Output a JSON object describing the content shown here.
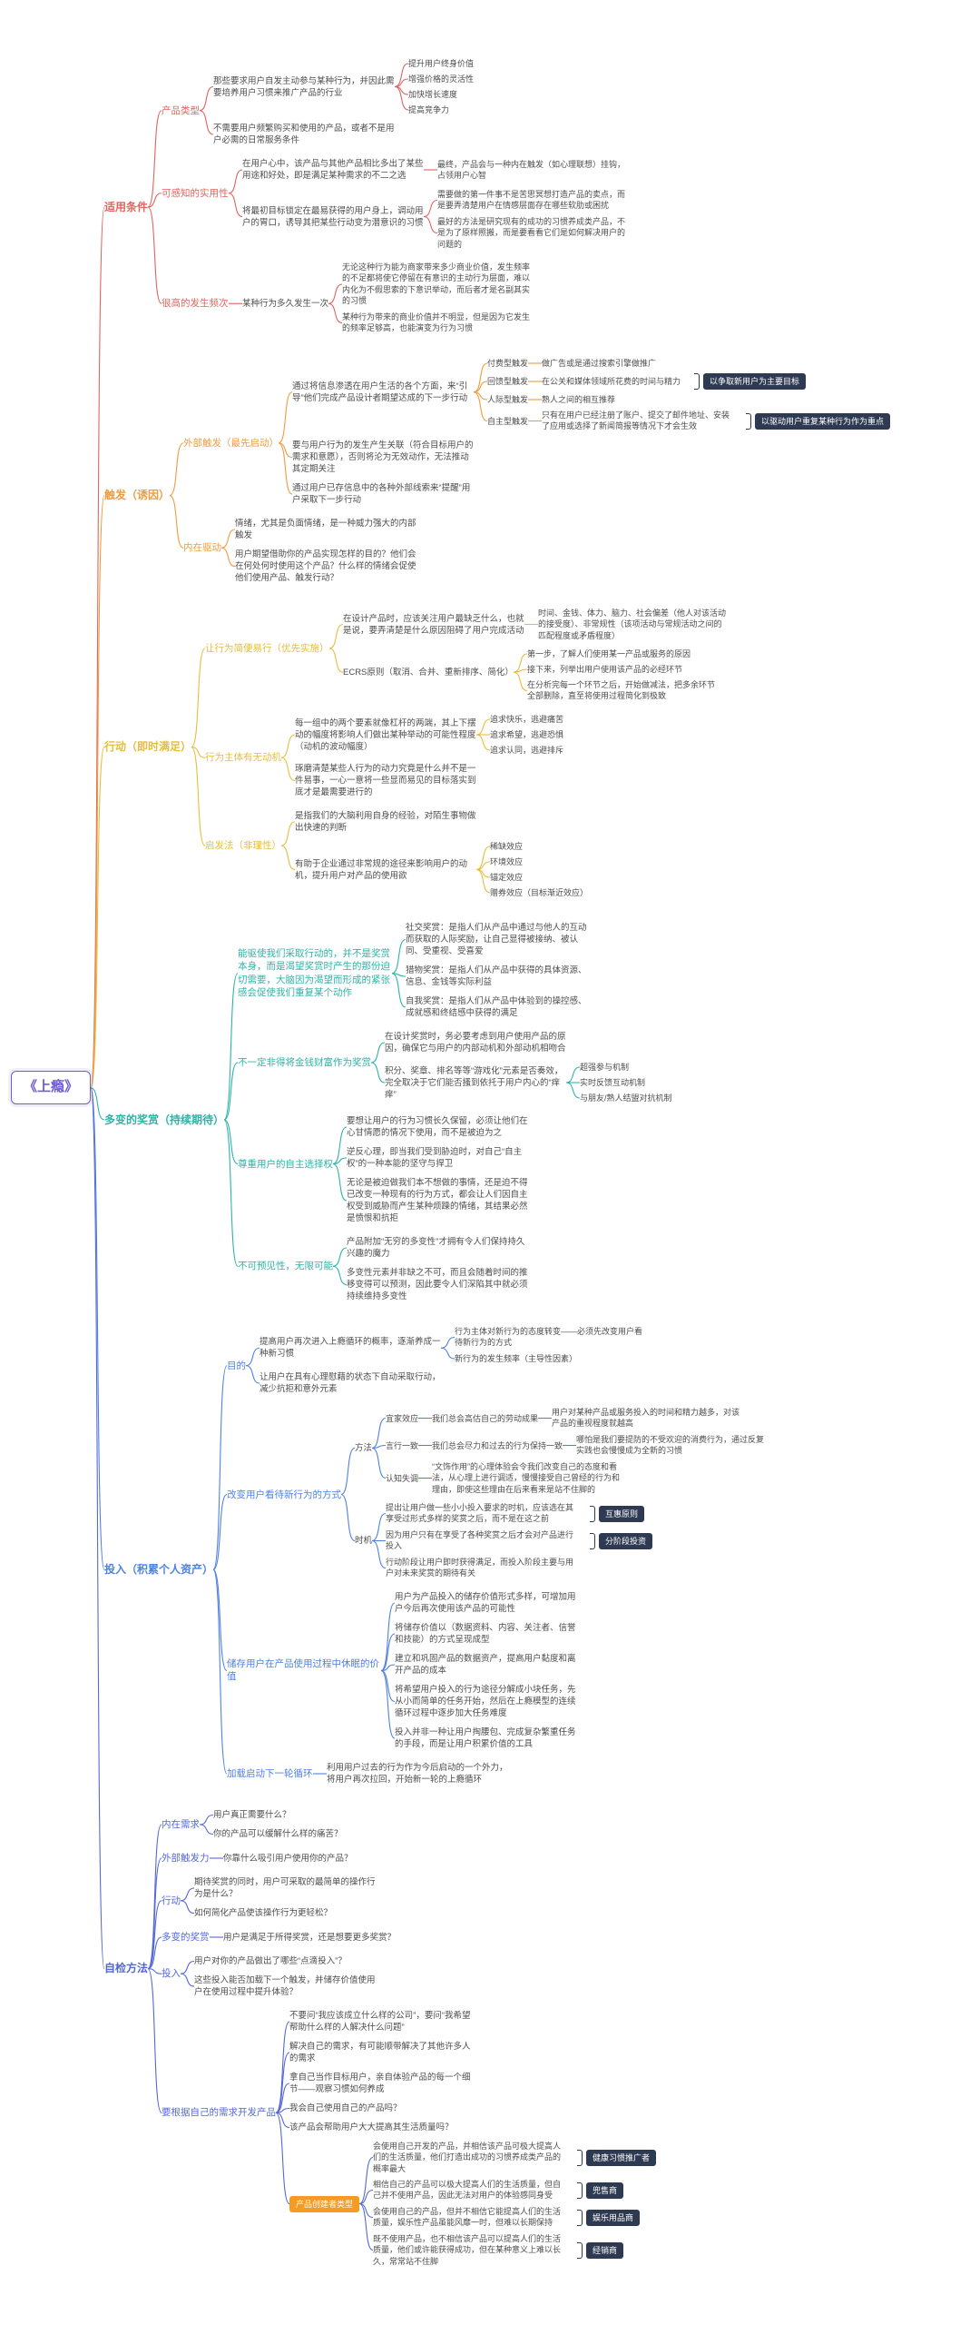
{
  "palette": {
    "root": "#6f5bd6",
    "tag_dark": "#2e3a52",
    "tag_orange": "#f59a23",
    "text": "#4c4c4c",
    "branch_colors": [
      "#e0645f",
      "#ef9c40",
      "#e6bd3d",
      "#2fb3a6",
      "#4f81e3",
      "#5568d8"
    ]
  },
  "root": {
    "label": "《上瘾》",
    "children": [
      {
        "label": "适用条件",
        "color": "#e0645f",
        "children": [
          {
            "label": "产品类型",
            "children": [
              {
                "label": "那些要求用户自发主动参与某种行为，并因此需要培养用户习惯来推广产品的行业",
                "children": [
                  {
                    "label": "提升用户终身价值"
                  },
                  {
                    "label": "增强价格的灵活性"
                  },
                  {
                    "label": "加快增长速度"
                  },
                  {
                    "label": "提高竞争力"
                  }
                ]
              },
              {
                "label": "不需要用户频繁购买和使用的产品，或者不是用户必需的日常服务条件"
              }
            ]
          },
          {
            "label": "可感知的实用性",
            "children": [
              {
                "label": "在用户心中，该产品与其他产品相比多出了某些用途和好处，即是满足某种需求的不二之选",
                "children": [
                  {
                    "label": "最终，产品会与一种内在触发（如心理联想）挂钩，占领用户心智"
                  }
                ]
              },
              {
                "label": "将最初目标锁定在最易获得的用户身上，调动用户的胃口，诱导其把某些行动变为潜意识的习惯",
                "children": [
                  {
                    "label": "需要做的第一件事不是苦思冥想打造产品的卖点，而是要弄清楚用户在情感层面存在哪些软肋或困扰"
                  },
                  {
                    "label": "最好的方法是研究现有的成功的习惯养成类产品，不是为了原样照搬，而是要看看它们是如何解决用户的问题的"
                  }
                ]
              }
            ]
          },
          {
            "label": "很高的发生频次",
            "children": [
              {
                "label": "某种行为多久发生一次",
                "children": [
                  {
                    "label": "无论这种行为能为商家带来多少商业价值，发生频率的不足都将使它停留在有意识的主动行为层面，难以内化为不假思索的下意识举动，而后者才是名副其实的习惯"
                  },
                  {
                    "label": "某种行为带来的商业价值并不明显，但是因为它发生的频率足够高，也能演变为行为习惯"
                  }
                ]
              }
            ]
          }
        ]
      },
      {
        "label": "触发（诱因）",
        "color": "#ef9c40",
        "children": [
          {
            "label": "外部触发（最先启动）",
            "children": [
              {
                "label": "通过将信息渗透在用户生活的各个方面，来“引导”他们完成产品设计者期望达成的下一步行动",
                "children": [
                  {
                    "label": "付费型触发",
                    "children": [
                      {
                        "label": "做广告或是通过搜索引擎做推广"
                      }
                    ]
                  },
                  {
                    "label": "回馈型触发",
                    "children": [
                      {
                        "label": "在公关和媒体领域所花费的时间与精力",
                        "children": [
                          {
                            "label": "以争取新用户为主要目标",
                            "type": "tag-dark"
                          }
                        ]
                      }
                    ]
                  },
                  {
                    "label": "人际型触发",
                    "children": [
                      {
                        "label": "熟人之间的相互推荐"
                      }
                    ]
                  },
                  {
                    "label": "自主型触发",
                    "children": [
                      {
                        "label": "只有在用户已经注册了账户、提交了邮件地址、安装了应用或选择了新闻简报等情况下才会生效",
                        "children": [
                          {
                            "label": "以驱动用户重复某种行为作为重点",
                            "type": "tag-dark"
                          }
                        ]
                      }
                    ]
                  }
                ]
              },
              {
                "label": "要与用户行为的发生产生关联（符合目标用户的需求和意愿），否则将沦为无效动作，无法推动其定期关注"
              },
              {
                "label": "通过用户已存信息中的各种外部线索来“提醒”用户采取下一步行动"
              }
            ]
          },
          {
            "label": "内在驱动",
            "children": [
              {
                "label": "情绪，尤其是负面情绪，是一种威力强大的内部触发"
              },
              {
                "label": "用户期望借助你的产品实现怎样的目的？他们会在何处何时使用这个产品？什么样的情绪会促使他们使用产品、触发行动？"
              }
            ]
          }
        ]
      },
      {
        "label": "行动（即时满足）",
        "color": "#e6bd3d",
        "children": [
          {
            "label": "让行为简便易行（优先实施）",
            "children": [
              {
                "label": "在设计产品时，应该关注用户最缺乏什么，也就是说，要弄清楚是什么原因阻碍了用户完成活动",
                "children": [
                  {
                    "label": "时间、金钱、体力、脑力、社会偏差（他人对该活动的接受度）、非常规性（该项活动与常规活动之间的匹配程度或矛盾程度）"
                  }
                ]
              },
              {
                "label": "ECRS原则（取消、合并、重新排序、简化）",
                "children": [
                  {
                    "label": "第一步，了解人们使用某一产品或服务的原因"
                  },
                  {
                    "label": "接下来，列举出用户使用该产品的必经环节"
                  },
                  {
                    "label": "在分析完每一个环节之后，开始做减法，把多余环节全部删除，直至将使用过程简化到极致"
                  }
                ]
              }
            ]
          },
          {
            "label": "行为主体有无动机",
            "children": [
              {
                "label": "每一组中的两个要素就像杠杆的两端，其上下摆动的幅度将影响人们做出某种举动的可能性程度（动机的波动幅度）",
                "children": [
                  {
                    "label": "追求快乐，逃避痛苦"
                  },
                  {
                    "label": "追求希望，逃避恐惧"
                  },
                  {
                    "label": "追求认同，逃避排斥"
                  }
                ]
              },
              {
                "label": "琢磨清楚某些人行为的动力究竟是什么并不是一件易事，一心一意将一些显而易见的目标落实到底才是最需要进行的"
              }
            ]
          },
          {
            "label": "启发法（非理性）",
            "children": [
              {
                "label": "是指我们的大脑利用自身的经验，对陌生事物做出快速的判断"
              },
              {
                "label": "有助于企业通过非常规的途径来影响用户的动机，提升用户对产品的使用欲",
                "children": [
                  {
                    "label": "稀缺效应"
                  },
                  {
                    "label": "环境效应"
                  },
                  {
                    "label": "锚定效应"
                  },
                  {
                    "label": "赠券效应（目标渐近效应）"
                  }
                ]
              }
            ]
          }
        ]
      },
      {
        "label": "多变的奖赏（持续期待）",
        "color": "#2fb3a6",
        "children": [
          {
            "label": "能驱使我们采取行动的，并不是奖赏本身，而是渴望奖赏时产生的那份迫切需要，大脑因为渴望而形成的紧张感会促使我们重复某个动作",
            "children": [
              {
                "label": "社交奖赏：是指人们从产品中通过与他人的互动而获取的人际奖励，让自己显得被接纳、被认同、受重视、受喜爱"
              },
              {
                "label": "猎物奖赏：是指人们从产品中获得的具体资源、信息、金钱等实际利益"
              },
              {
                "label": "自我奖赏：是指人们从产品中体验到的操控感、成就感和终结感中获得的满足"
              }
            ]
          },
          {
            "label": "不一定非得将金钱财富作为奖赏",
            "children": [
              {
                "label": "在设计奖赏时，务必要考虑到用户使用产品的原因，确保它与用户的内部动机和外部动机相吻合"
              },
              {
                "label": "积分、奖章、排名等等“游戏化”元素是否奏效，完全取决于它们能否搔到依托于用户内心的“痒痒”",
                "children": [
                  {
                    "label": "超强参与机制"
                  },
                  {
                    "label": "实时反馈互动机制"
                  },
                  {
                    "label": "与朋友/熟人结盟对抗机制"
                  }
                ]
              }
            ]
          },
          {
            "label": "尊重用户的自主选择权",
            "children": [
              {
                "label": "要想让用户的行为习惯长久保留，必须让他们在心甘情愿的情况下使用，而不是被迫为之"
              },
              {
                "label": "逆反心理，即当我们受到胁迫时，对自己“自主权”的一种本能的坚守与捍卫"
              },
              {
                "label": "无论是被迫做我们本不想做的事情，还是迫不得已改变一种现有的行为方式，都会让人们因自主权受到威胁而产生某种烦躁的情绪，其结果必然是愤恨和抗拒"
              }
            ]
          },
          {
            "label": "不可预见性，无限可能",
            "children": [
              {
                "label": "产品附加“无穷的多变性”才拥有令人们保持持久兴趣的魔力"
              },
              {
                "label": "多变性元素并非缺之不可，而且会随着时间的推移变得可以预测，因此要令人们深陷其中就必须持续维持多变性"
              }
            ]
          }
        ]
      },
      {
        "label": "投入（积累个人资产）",
        "color": "#4f81e3",
        "children": [
          {
            "label": "目的",
            "children": [
              {
                "label": "提高用户再次进入上瘾循环的概率，逐渐养成一种新习惯",
                "children": [
                  {
                    "label": "行为主体对新行为的态度转变——必须先改变用户看待新行为的方式"
                  },
                  {
                    "label": "新行为的发生频率（主导性因素）"
                  }
                ]
              },
              {
                "label": "让用户在具有心理慰藉的状态下自动采取行动，减少抗拒和意外元素"
              }
            ]
          },
          {
            "label": "改变用户看待新行为的方式",
            "children": [
              {
                "label": "方法",
                "children": [
                  {
                    "label": "宜家效应",
                    "children": [
                      {
                        "label": "我们总会高估自己的劳动成果",
                        "children": [
                          {
                            "label": "用户对某种产品或服务投入的时间和精力越多，对该产品的重视程度就越高"
                          }
                        ]
                      }
                    ]
                  },
                  {
                    "label": "言行一致",
                    "children": [
                      {
                        "label": "我们总会尽力和过去的行为保持一致",
                        "children": [
                          {
                            "label": "哪怕是我们要提防的不受欢迎的消费行为，通过反复实践也会慢慢成为全新的习惯"
                          }
                        ]
                      }
                    ]
                  },
                  {
                    "label": "认知失调",
                    "children": [
                      {
                        "label": "“文饰作用”的心理体验会令我们改变自己的态度和看法，从心理上进行调适，慢慢接受自己曾经的行为和理由，即使这些理由在后来看来是站不住脚的"
                      }
                    ]
                  }
                ]
              },
              {
                "label": "时机",
                "children": [
                  {
                    "label": "提出让用户做一些小小投入要求的时机，应该选在其享受过形式多样的奖赏之后，而不是在这之前",
                    "children": [
                      {
                        "label": "互惠原则",
                        "type": "tag-dark"
                      }
                    ]
                  },
                  {
                    "label": "因为用户只有在享受了各种奖赏之后才会对产品进行投入",
                    "children": [
                      {
                        "label": "分阶段投资",
                        "type": "tag-dark"
                      }
                    ]
                  },
                  {
                    "label": "行动阶段让用户即时获得满足，而投入阶段主要与用户对未来奖赏的期待有关"
                  }
                ]
              }
            ]
          },
          {
            "label": "储存用户在产品使用过程中休眠的价值",
            "children": [
              {
                "label": "用户为产品投入的储存价值形式多样，可增加用户今后再次使用该产品的可能性"
              },
              {
                "label": "将储存价值以（数据资料、内容、关注者、信誉和技能）的方式呈现成型"
              },
              {
                "label": "建立和巩固产品的数据资产，提高用户黏度和离开产品的成本"
              },
              {
                "label": "将希望用户投入的行为途径分解成小块任务，先从小而简单的任务开始，然后在上瘾模型的连续循环过程中逐步加大任务难度"
              },
              {
                "label": "投入并非一种让用户掏腰包、完成复杂繁重任务的手段，而是让用户积累价值的工具"
              }
            ]
          },
          {
            "label": "加载启动下一轮循环",
            "children": [
              {
                "label": "利用用户过去的行为作为今后启动的一个外力，将用户再次拉回，开始新一轮的上瘾循环"
              }
            ]
          }
        ]
      },
      {
        "label": "自检方法",
        "color": "#5568d8",
        "children": [
          {
            "label": "内在需求",
            "children": [
              {
                "label": "用户真正需要什么？"
              },
              {
                "label": "你的产品可以缓解什么样的痛苦？"
              }
            ]
          },
          {
            "label": "外部触发力",
            "children": [
              {
                "label": "你靠什么吸引用户使用你的产品？"
              }
            ]
          },
          {
            "label": "行动",
            "children": [
              {
                "label": "期待奖赏的同时，用户可采取的最简单的操作行为是什么？"
              },
              {
                "label": "如何简化产品使该操作行为更轻松？"
              }
            ]
          },
          {
            "label": "多变的奖赏",
            "children": [
              {
                "label": "用户是满足于所得奖赏，还是想要更多奖赏？"
              }
            ]
          },
          {
            "label": "投入",
            "children": [
              {
                "label": "用户对你的产品做出了哪些“点滴投入”？"
              },
              {
                "label": "这些投入能否加载下一个触发，并储存价值使用户在使用过程中提升体验？"
              }
            ]
          },
          {
            "label": "要根据自己的需求开发产品",
            "children": [
              {
                "label": "不要问“我应该成立什么样的公司”，要问“我希望帮助什么样的人解决什么问题”"
              },
              {
                "label": "解决自己的需求，有可能顺带解决了其他许多人的需求"
              },
              {
                "label": "拿自己当作目标用户，亲自体验产品的每一个细节——观察习惯如何养成"
              },
              {
                "label": "我会自己使用自己的产品吗？"
              },
              {
                "label": "该产品会帮助用户大大提高其生活质量吗？"
              },
              {
                "label": "产品创建者类型",
                "type": "tag-orange",
                "children": [
                  {
                    "label": "会使用自己开发的产品，并相信该产品可极大提高人们的生活质量，他们打造出成功的习惯养成类产品的概率最大",
                    "children": [
                      {
                        "label": "健康习惯推广者",
                        "type": "tag-dark"
                      }
                    ]
                  },
                  {
                    "label": "相信自己的产品可以极大提高人们的生活质量，但自己并不使用产品，因此无法对用户的体验感同身受",
                    "children": [
                      {
                        "label": "兜售商",
                        "type": "tag-dark"
                      }
                    ]
                  },
                  {
                    "label": "会使用自己的产品，但并不相信它能提高人们的生活质量，娱乐性产品虽能风靡一时，但难以长期保持",
                    "children": [
                      {
                        "label": "娱乐用品商",
                        "type": "tag-dark"
                      }
                    ]
                  },
                  {
                    "label": "既不使用产品，也不相信该产品可以提高人们的生活质量，他们或许能获得成功，但在某种意义上难以长久，常常站不住脚",
                    "children": [
                      {
                        "label": "经销商",
                        "type": "tag-dark"
                      }
                    ]
                  }
                ]
              }
            ]
          }
        ]
      }
    ]
  }
}
